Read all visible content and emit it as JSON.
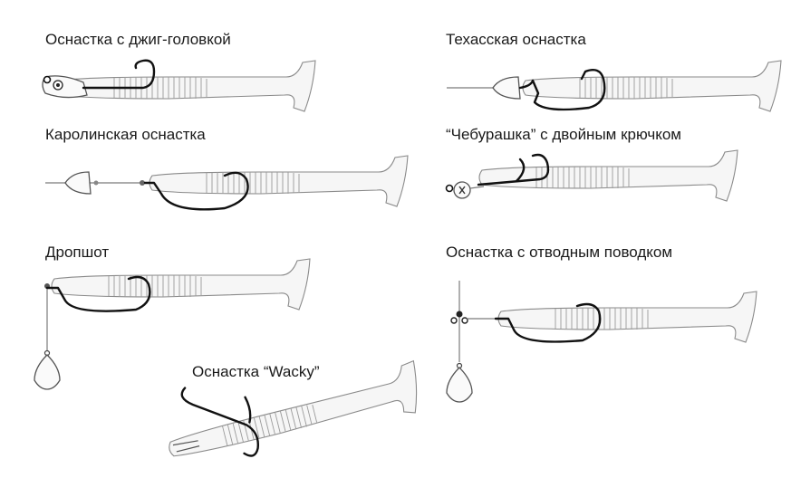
{
  "rigs": [
    {
      "id": "jig",
      "title": "Оснастка с джиг-головкой"
    },
    {
      "id": "texas",
      "title": "Техасская оснастка"
    },
    {
      "id": "carolina",
      "title": "Каролинская оснастка"
    },
    {
      "id": "cheburashka",
      "title": "“Чебурашка” с двойным крючком"
    },
    {
      "id": "dropshot",
      "title": "Дропшот"
    },
    {
      "id": "dropper",
      "title": "Оснастка с отводным поводком"
    },
    {
      "id": "wacky",
      "title": "Оснастка “Wacky”"
    }
  ],
  "icons": {
    "bait": "soft-bait-icon",
    "hook": "hook-icon",
    "sinker": "sinker-icon",
    "line": "fishing-line-icon",
    "swivel": "swivel-icon",
    "jighead": "jig-head-icon"
  },
  "colors": {
    "background": "#ffffff",
    "text": "#1a1a1a",
    "bait_fill": "#f6f6f6",
    "bait_stroke": "#8a8a8a",
    "hook": "#111111",
    "line": "#7a7a7a"
  }
}
